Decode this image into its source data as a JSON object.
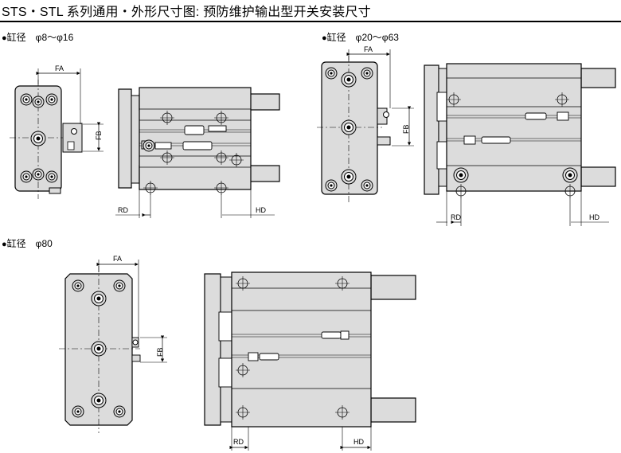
{
  "title": "STS・STL 系列通用・外形尺寸图: 预防维护输出型开关安装尺寸",
  "sections": [
    {
      "bullet": "●",
      "label": "缸径",
      "range": "φ8～φ16"
    },
    {
      "bullet": "●",
      "label": "缸径",
      "range": "φ20～φ63"
    },
    {
      "bullet": "●",
      "label": "缸径",
      "range": "φ80"
    }
  ],
  "dims": {
    "fa": "FA",
    "fb": "FB",
    "rd": "RD",
    "hd": "HD"
  },
  "colors": {
    "body": "#dcdcdc",
    "line": "#000000",
    "bg": "#ffffff"
  }
}
